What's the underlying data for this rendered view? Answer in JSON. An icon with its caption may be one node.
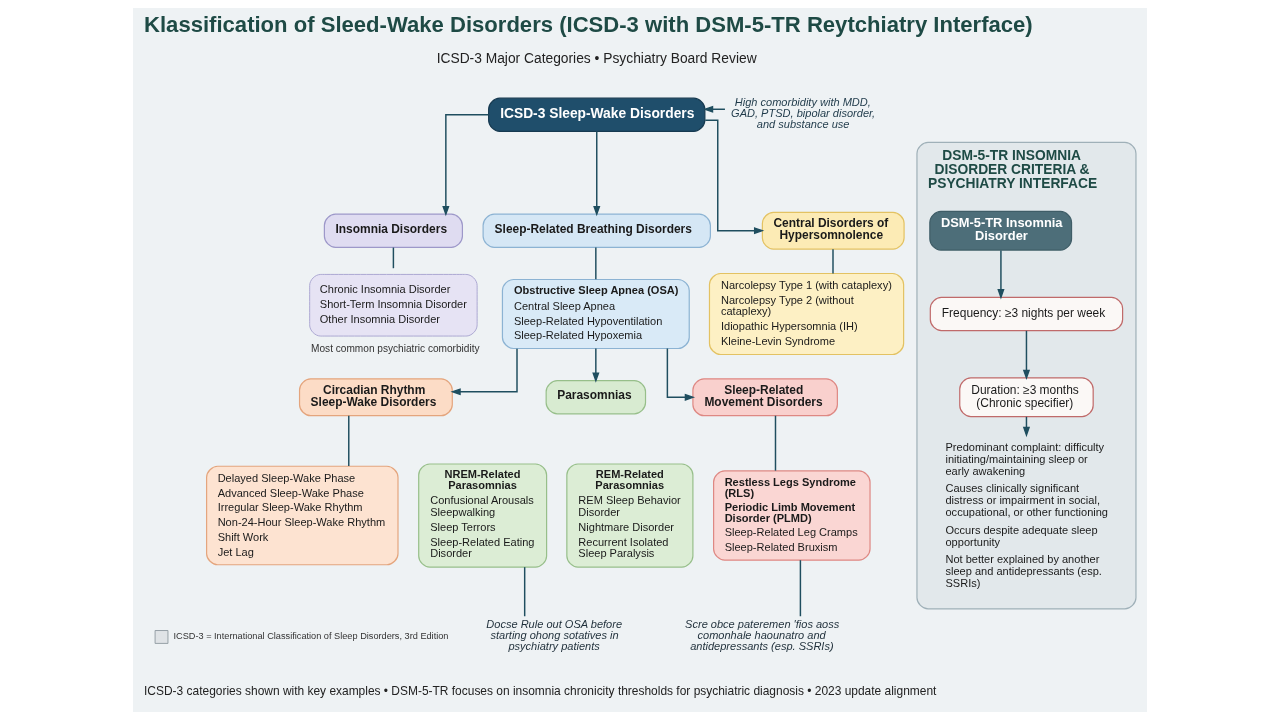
{
  "diagram": {
    "title": "Klassification of Sleed-Wake Disorders (ICSD-3 with DSM-5-TR Reytchiatry Interface)",
    "caption": "ICSD-3 categories shown with key examples • DSM-5-TR focuses on insomnia chronicity thresholds for psychiatric diagnosis • 2023 update alignment",
    "nodes": [
      {
        "text": [
          "ICSD-3 Sleep-Wake Disorders"
        ]
      },
      {
        "text": [
          "High comorbidity with MDD, GAD, PTSD, bipolar disorder, and substance use"
        ]
      },
      {
        "text": [
          "Insomnia Disorders"
        ]
      },
      {
        "text": [
          "Sleep-Related Breathing Disorders"
        ]
      },
      {
        "text": [
          "Central Disorders of Hypersomnolence"
        ]
      },
      {
        "text": [
          "Chronic Insomnia Disorder",
          "Short-Term Insomnia Disorder",
          "Other Insomnia Disorder"
        ],
        "beside": [
          "Most common psychiatric comorbidity"
        ]
      },
      {
        "text": [
          "Obstructive Sleep Apnea (OSA)",
          "Central Sleep Apnea",
          "Sleep-Related Hypoventilation",
          "Sleep-Related Hypoxemia"
        ]
      },
      {
        "text": [
          "Narcolepsy Type 1 (with cataplexy)",
          "Narcolepsy Type 2 (without cataplexy)",
          "Idiopathic Hypersomnia (IH)",
          "Kleine-Levin Syndrome"
        ]
      },
      {
        "text": [
          "Circadian Rhythm Sleep-Wake Disorders"
        ]
      },
      {
        "text": [
          "Parasomnias"
        ]
      },
      {
        "text": [
          "Sleep-Related Movement Disorders"
        ]
      },
      {
        "text": [
          "Delayed Sleep-Wake Phase",
          "Advanced Sleep-Wake Phase",
          "Irregular Sleep-Wake Rhythm",
          "Non-24-Hour Sleep-Wake Rhythm",
          "Shift Work",
          "Jet Lag"
        ]
      },
      {
        "text": [
          "NREM-Related Parasomnias",
          "Confusional Arousals Sleepwalking",
          "Sleep Terrors",
          "Sleep-Related Eating Disorder"
        ]
      },
      {
        "text": [
          "REM-Related Parasomnias",
          "REM Sleep Behavior Disorder",
          "Nightmare Disorder",
          "Recurrent Isolated Sleep Paralysis"
        ]
      },
      {
        "text": [
          "Restless Legs Syndrome (RLS)",
          "Periodic Limb Movement Disorder (PLMD)",
          "Sleep-Related Leg Cramps",
          "Sleep-Related Bruxism"
        ]
      },
      {
        "text": [
          "Docse Rule out OSA before starting ohong sotatives in psychiatry patients"
        ]
      },
      {
        "text": [
          "Scre obce pateremen 'fios aoss comonhale haounatro and antidepressants (esp. SSRIs)"
        ]
      },
      {
        "text": [
          "DSM-5-TR INSOMNIA DISORDER CRITERIA & PSYCHIATRY INTERFACE"
        ]
      },
      {
        "text": [
          "DSM-5-TR Insomnia Disorder"
        ],
        "in": 17
      },
      {
        "text": [
          "Frequency: ≥3 nights per week"
        ],
        "in": 17
      },
      {
        "text": [
          "Duration: ≥3 months (Chronic specifier)"
        ],
        "in": 17
      },
      {
        "text": [
          "Predominant complaint: difficulty initiating/maintaining sleep or early awakening",
          "Causes clinically significant distress or impairment in social, occupational, or other functioning",
          "Occurs despite adequate sleep opportunity",
          "Not better explained by another sleep and antidepressants (esp. SSRIs)"
        ],
        "in": 17
      }
    ],
    "edges": [
      {
        "from": 1,
        "to": 0,
        "arrow": "to"
      },
      {
        "from": 0,
        "to": 2,
        "arrow": "to"
      },
      {
        "from": 0,
        "to": 3,
        "arrow": "to"
      },
      {
        "from": 0,
        "to": 4,
        "arrow": "to"
      },
      {
        "from": 2,
        "to": 5,
        "arrow": "none"
      },
      {
        "from": 3,
        "to": 6,
        "arrow": "none"
      },
      {
        "from": 4,
        "to": 7,
        "arrow": "none"
      },
      {
        "from": 6,
        "to": 8,
        "arrow": "to"
      },
      {
        "from": 6,
        "to": 9,
        "arrow": "to"
      },
      {
        "from": 6,
        "to": 10,
        "arrow": "to"
      },
      {
        "from": 8,
        "to": 11,
        "arrow": "none"
      },
      {
        "from": 10,
        "to": 14,
        "arrow": "none"
      },
      {
        "from": 15,
        "to": 12,
        "arrow": "none"
      },
      {
        "from": 16,
        "to": 14,
        "arrow": "none"
      },
      {
        "from": 18,
        "to": 19,
        "arrow": "to"
      },
      {
        "from": 19,
        "to": 20,
        "arrow": "to"
      },
      {
        "from": 20,
        "to": 21,
        "arrow": "to"
      }
    ],
    "labels": [
      "ICSD-3 Major Categories • Psychiatry Board Review"
    ],
    "legend": [
      {
        "text": "ICSD-3 = International Classification of Sleep Disorders, 3rd Edition",
        "color": "#dfe3e6"
      }
    ]
  }
}
